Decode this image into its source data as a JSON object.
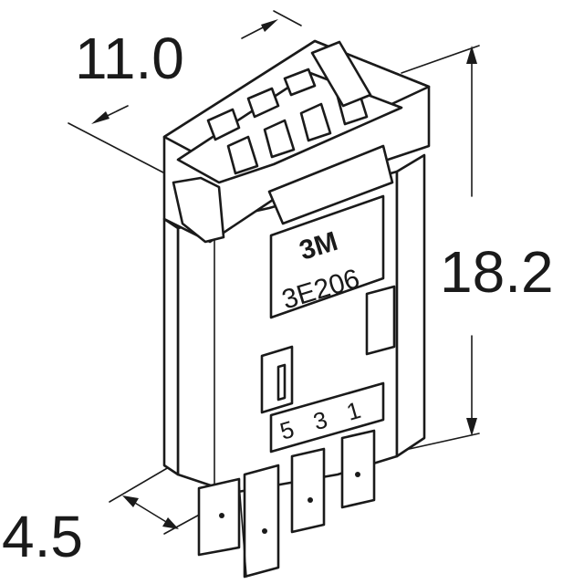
{
  "dimensions": {
    "width": "11.0",
    "height": "18.2",
    "pitch": "4.5"
  },
  "label": {
    "brand": "3M",
    "model": "3E206",
    "pin_numbers": [
      "5",
      "3",
      "1"
    ]
  }
}
